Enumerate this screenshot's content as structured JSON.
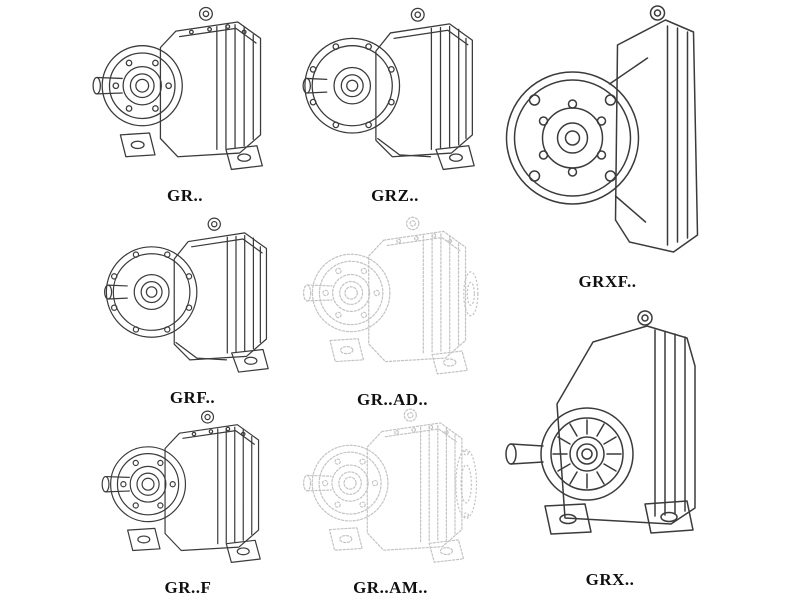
{
  "page": {
    "background": "#ffffff",
    "description": "Catalog sheet of eight isometric technical line drawings of GR-series helical gear reducers"
  },
  "colors": {
    "line": "#3b3b3b",
    "ghost_line": "#c4c4c4",
    "label": "#101010"
  },
  "figures": [
    {
      "id": "gr",
      "label": "GR..",
      "variant": "foot-mounted gear unit",
      "style": "solid"
    },
    {
      "id": "grz",
      "label": "GRZ..",
      "variant": "foot-mounted gear unit",
      "style": "solid"
    },
    {
      "id": "grxf",
      "label": "GRXF..",
      "variant": "flange-mounted gear unit",
      "style": "solid"
    },
    {
      "id": "grf",
      "label": "GRF..",
      "variant": "flange gear unit with feet",
      "style": "solid"
    },
    {
      "id": "grad",
      "label": "GR..AD..",
      "variant": "gear unit with input adapter",
      "style": "ghost"
    },
    {
      "id": "grff",
      "label": "GR..F",
      "variant": "foot-mounted gear unit",
      "style": "solid"
    },
    {
      "id": "gram",
      "label": "GR..AM..",
      "variant": "gear unit with motor flange",
      "style": "ghost"
    },
    {
      "id": "grx",
      "label": "GRX..",
      "variant": "large foot-mounted gear unit",
      "style": "solid"
    }
  ]
}
